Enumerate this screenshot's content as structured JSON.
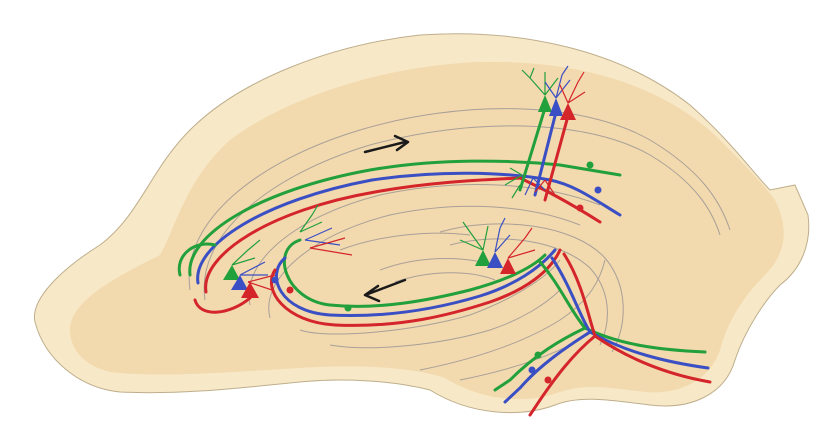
{
  "colors": {
    "tissue_outer": "#f7e9c8",
    "tissue_inner": "#f3d9ae",
    "tissue_edge": "#bfae8c",
    "layer_line": "#a8a098",
    "green": "#22a03c",
    "blue": "#3a4fc4",
    "red": "#d4252a",
    "arrow": "#1a1a1a",
    "background": "#ffffff"
  },
  "pathways": [
    "green",
    "blue",
    "red"
  ],
  "arrows": [
    {
      "name": "forward-flow-arrow",
      "direction": "right"
    },
    {
      "name": "return-flow-arrow",
      "direction": "left"
    }
  ]
}
